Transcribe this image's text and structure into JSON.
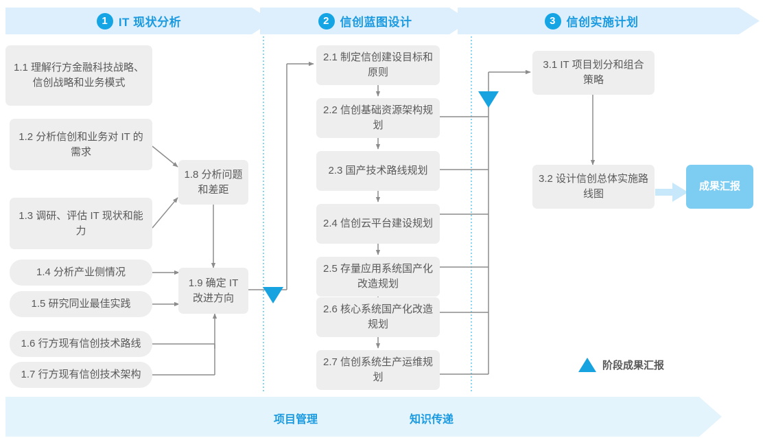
{
  "stages": [
    {
      "num": "1",
      "title": "IT 现状分析"
    },
    {
      "num": "2",
      "title": "信创蓝图设计"
    },
    {
      "num": "3",
      "title": "信创实施计划"
    }
  ],
  "stage1_boxes": [
    {
      "id": "1.1",
      "text": "1.1 理解行方金融科技战略、信创战略和业务模式"
    },
    {
      "id": "1.2",
      "text": "1.2 分析信创和业务对 IT 的需求"
    },
    {
      "id": "1.3",
      "text": "1.3 调研、评估 IT 现状和能力"
    },
    {
      "id": "1.4",
      "text": "1.4 分析产业侧情况"
    },
    {
      "id": "1.5",
      "text": "1.5 研究同业最佳实践"
    },
    {
      "id": "1.6",
      "text": "1.6 行方现有信创技术路线"
    },
    {
      "id": "1.7",
      "text": "1.7 行方现有信创技术架构"
    },
    {
      "id": "1.8",
      "text": "1.8 分析问题和差距"
    },
    {
      "id": "1.9",
      "text": "1.9 确定 IT 改进方向"
    }
  ],
  "stage2_boxes": [
    {
      "id": "2.1",
      "text": "2.1 制定信创建设目标和原则"
    },
    {
      "id": "2.2",
      "text": "2.2 信创基础资源架构规划"
    },
    {
      "id": "2.3",
      "text": "2.3 国产技术路线规划"
    },
    {
      "id": "2.4",
      "text": "2.4 信创云平台建设规划"
    },
    {
      "id": "2.5",
      "text": "2.5 存量应用系统国产化改造规划"
    },
    {
      "id": "2.6",
      "text": "2.6 核心系统国产化改造规划"
    },
    {
      "id": "2.7",
      "text": "2.7 信创系统生产运维规划"
    }
  ],
  "stage3_boxes": [
    {
      "id": "3.1",
      "text": "3.1 IT 项目划分和组合策略"
    },
    {
      "id": "3.2",
      "text": "3.2 设计信创总体实施路线图"
    }
  ],
  "result_badge": {
    "text": "成果汇报"
  },
  "legend": {
    "label": "阶段成果汇报",
    "icon": "triangle-icon"
  },
  "footer": {
    "labels": [
      "项目管理",
      "知识传递"
    ]
  },
  "colors": {
    "band": "#ddeffc",
    "accent": "#16a5e4",
    "title": "#1b9ae0",
    "box_bg": "#eeeeee",
    "box_text": "#595959",
    "badge_bg": "#7dcdf2",
    "connector": "#8c8c8c",
    "divider": "#35b7e8",
    "footer_band": "#e3f4fc"
  }
}
